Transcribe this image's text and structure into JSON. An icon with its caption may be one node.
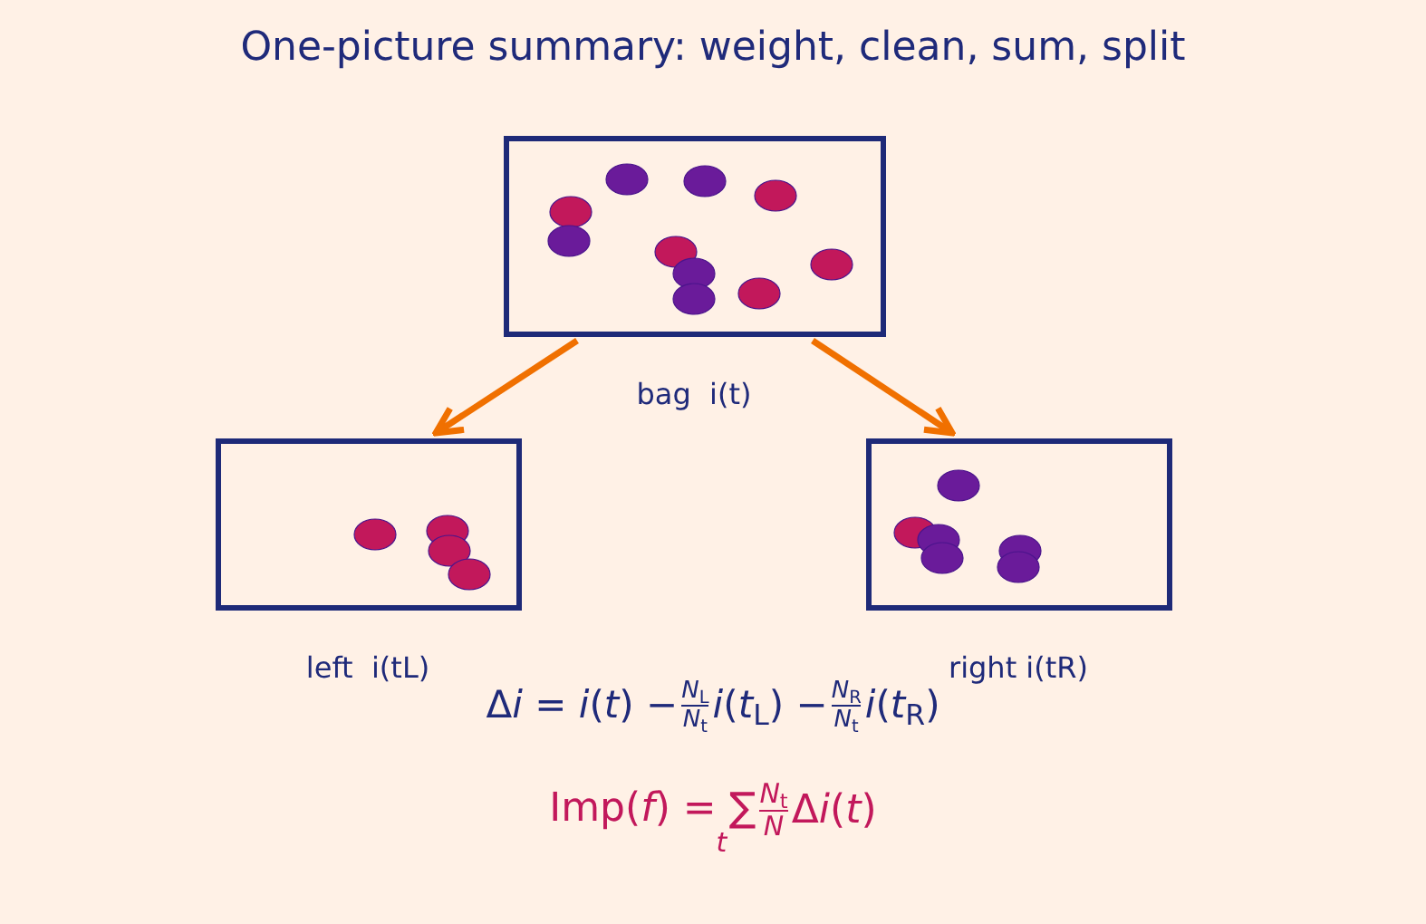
{
  "diagram": {
    "title": "One-picture summary: weight, clean, sum, split",
    "nodes": [
      {
        "text": [],
        "shape": "box",
        "beside": [
          "bag  i(t)"
        ]
      },
      {
        "text": [],
        "shape": "box",
        "beside": [
          "left  i(tL)"
        ]
      },
      {
        "text": [],
        "shape": "box",
        "beside": [
          "right i(tR)"
        ]
      }
    ],
    "edges": [
      {
        "from": 0,
        "to": 1,
        "arrow": "to"
      },
      {
        "from": 0,
        "to": 2,
        "arrow": "to"
      }
    ],
    "labels": [
      "Δ",
      "*i* = *i*(*t*) −",
      "*N*$_{L}$",
      "*N*$_{t}$",
      "*i*(*t*$_{L}$) −",
      "*N*$_{R}$",
      "*N*$_{t}$",
      "*i*(*t*$_{R}$)",
      "Imp(*f*) = ∑",
      "*t*",
      "*N*$_{t}$",
      "*N*",
      "Δ",
      "*i*(*t*)"
    ]
  }
}
